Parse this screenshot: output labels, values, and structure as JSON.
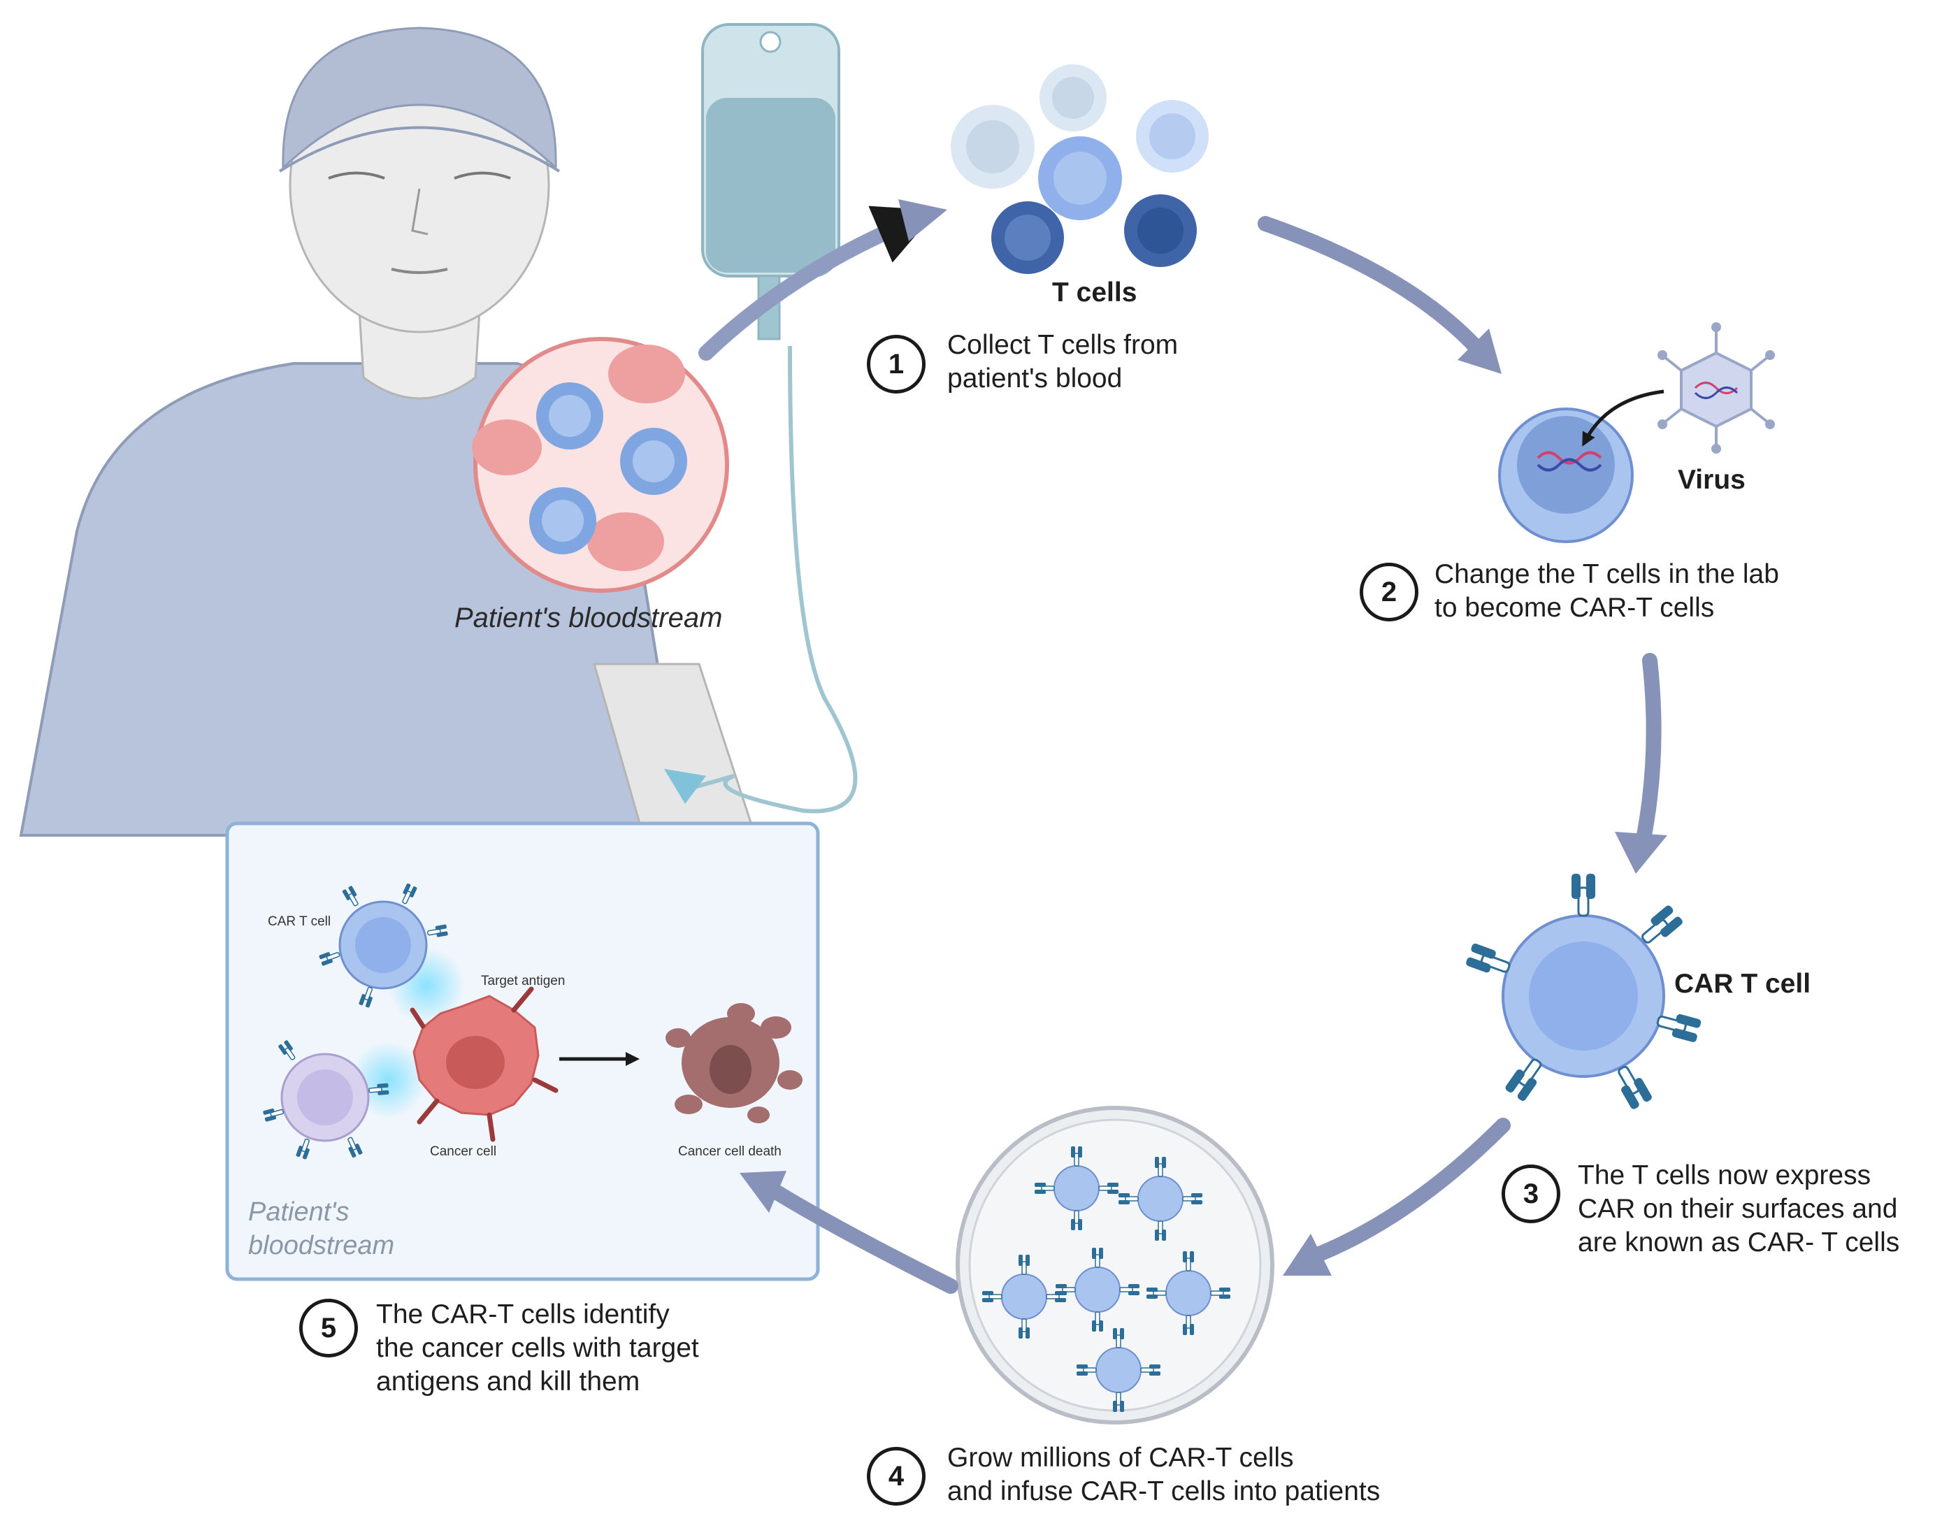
{
  "labels": {
    "t_cells": "T cells",
    "virus": "Virus",
    "car_t_cell": "CAR T cell",
    "patients_bloodstream": "Patient's bloodstream"
  },
  "steps": [
    {
      "number": "1",
      "line1": "Collect T cells from",
      "line2": "patient's blood"
    },
    {
      "number": "2",
      "line1": "Change the T cells in the lab",
      "line2": "to become CAR-T cells"
    },
    {
      "number": "3",
      "line1": "The T cells now express",
      "line2": "CAR on their surfaces and",
      "line3": "are known as CAR- T cells"
    },
    {
      "number": "4",
      "line1": "Grow millions of CAR-T cells",
      "line2": "and infuse CAR-T cells into patients"
    },
    {
      "number": "5",
      "line1": "The CAR-T cells identify",
      "line2": "the cancer cells with target",
      "line3": "antigens and kill them"
    }
  ],
  "inset": {
    "car_t_cell": "CAR T cell",
    "target_antigen": "Target antigen",
    "cancer_cell": "Cancer cell",
    "cancer_cell_death": "Cancer cell death",
    "bloodstream_line1": "Patient's",
    "bloodstream_line2": "bloodstream"
  },
  "colors": {
    "arrow": "#8792b8",
    "shirt": "#b8c4dc",
    "skin": "#ececec",
    "cell_light": "#a9c4ee",
    "cell_dark": "#3f64a8",
    "red_blood_cell": "#eea0a0",
    "car_receptor": "#2d6e98",
    "cancer_cell": "#e57a7a",
    "inset_bg": "#f0f6fc",
    "inset_border": "#8fb2da"
  }
}
